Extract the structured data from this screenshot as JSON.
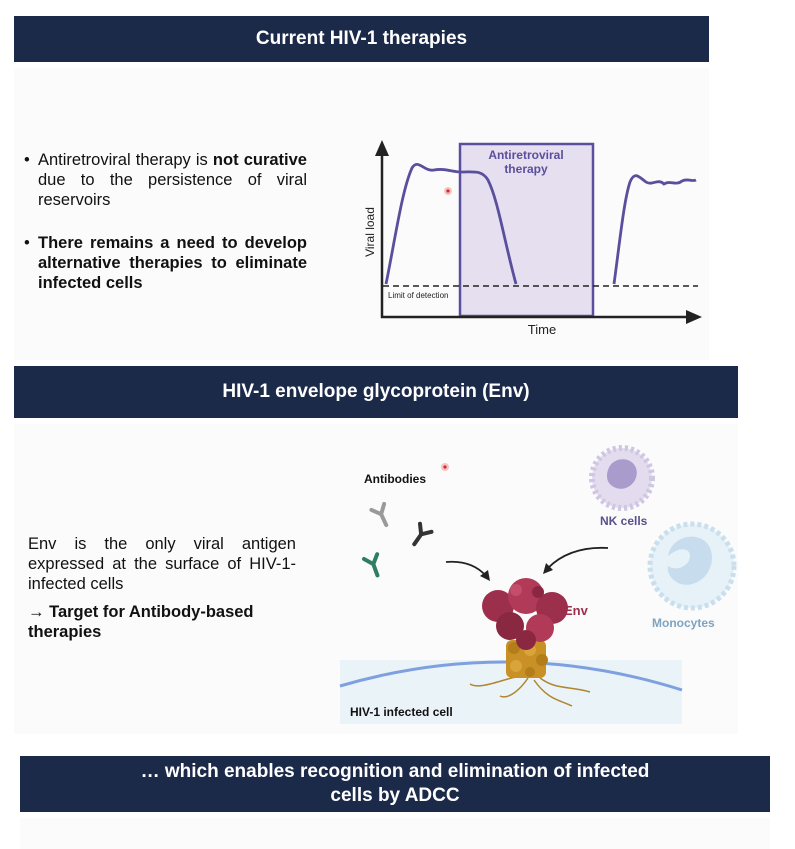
{
  "section1": {
    "banner": "Current HIV-1 therapies",
    "bullets": [
      {
        "pre": "Antiretroviral therapy is ",
        "bold": "not curative",
        "post": " due to the persistence of viral reservoirs"
      },
      {
        "pre": "",
        "bold": "There remains a need to develop alternative therapies to eliminate infected cells",
        "post": ""
      }
    ],
    "graph": {
      "ylabel": "Viral load",
      "xlabel": "Time",
      "box_label_line1": "Antiretroviral",
      "box_label_line2": "therapy",
      "detection_label": "Limit of detection"
    }
  },
  "section2": {
    "banner": "HIV-1 envelope glycoprotein (Env)",
    "text": "Env is the only viral antigen expressed at the surface of HIV-1-infected cells",
    "target_arrow": "→",
    "target_text": "Target for Antibody-based therapies",
    "figure": {
      "antibodies": "Antibodies",
      "nk_cells": "NK cells",
      "monocytes": "Monocytes",
      "env": "Env",
      "infected_cell": "HIV-1 infected cell"
    }
  },
  "section3": {
    "banner_line1": "… which enables recognition and elimination of infected",
    "banner_line2": "cells by ADCC"
  },
  "colors": {
    "banner": "#1c2a4a",
    "curve": "#5a4f9c",
    "therapy_fill": "#e6dff0",
    "env": "#9c2f4b",
    "env_stalk": "#c99025",
    "nk_label": "#5b4f8c",
    "monocyte_label": "#7fa3c0",
    "membrane": "#7ea0de",
    "antibody_green": "#2e7d64"
  }
}
